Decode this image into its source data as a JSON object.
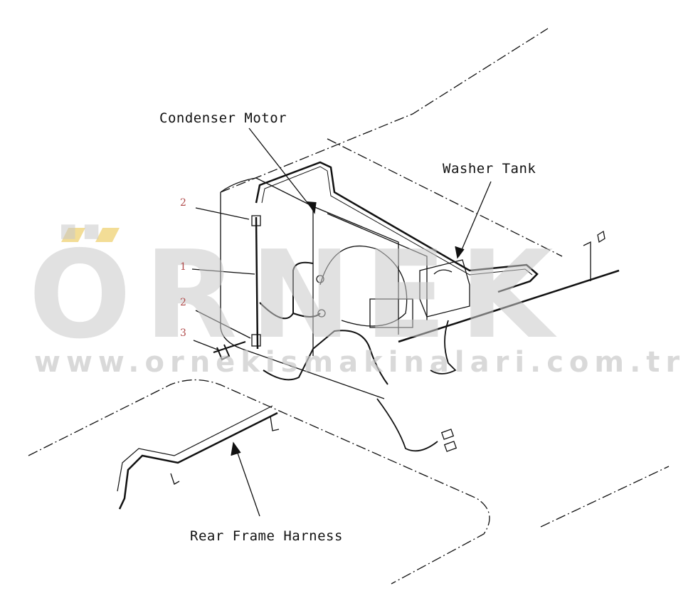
{
  "labels": {
    "condenser_motor": "Condenser Motor",
    "washer_tank": "Washer Tank",
    "rear_frame_harness": "Rear Frame Harness"
  },
  "part_numbers": [
    "2",
    "1",
    "2",
    "3"
  ],
  "watermark": {
    "brand": "ÖRNEK",
    "url": "www.ornekismakinalari.com.tr"
  },
  "colors": {
    "line": "#111111",
    "part_number": "#b04a4a",
    "watermark": "#c9c9c9",
    "watermark_accent": "#f2d98b"
  }
}
